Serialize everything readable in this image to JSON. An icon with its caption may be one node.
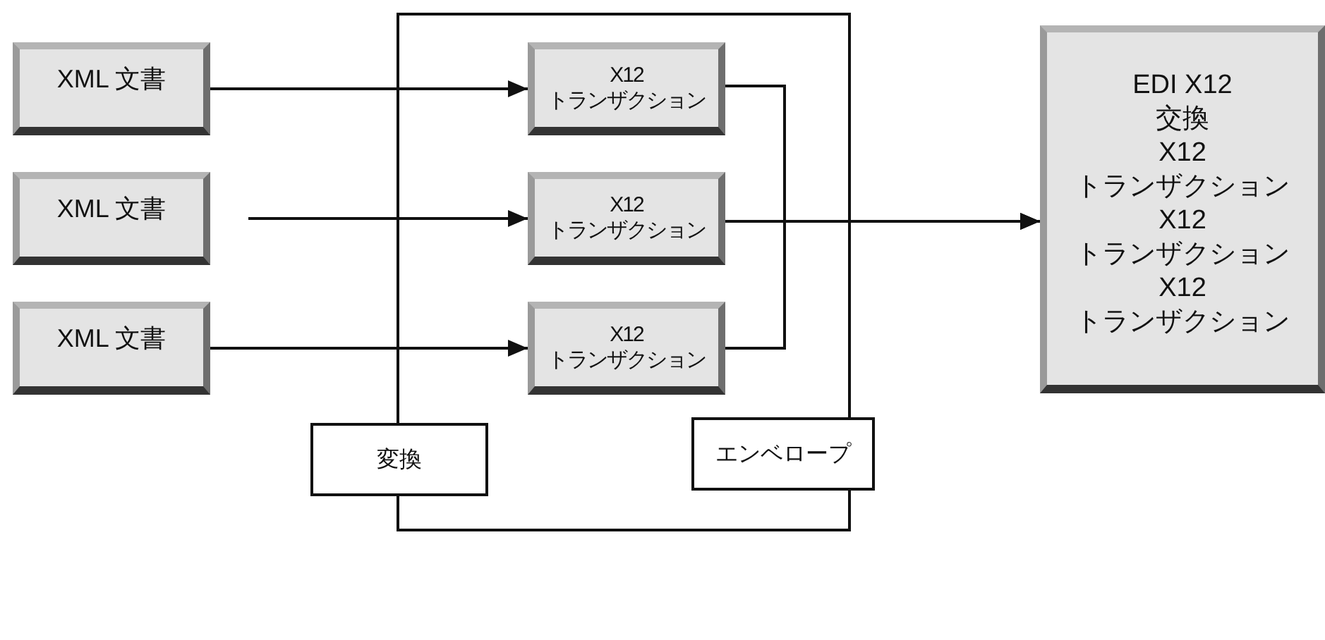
{
  "diagram": {
    "nodes": [
      {
        "text": [
          "XML 文書"
        ]
      },
      {
        "text": [
          "XML 文書"
        ]
      },
      {
        "text": [
          "XML 文書"
        ]
      },
      {
        "text": [],
        "shape": "box"
      },
      {
        "text": [
          "X12 トランザクション"
        ],
        "in": 3
      },
      {
        "text": [
          "X12 トランザクション"
        ],
        "in": 3
      },
      {
        "text": [
          "X12 トランザクション"
        ],
        "in": 3
      },
      {
        "text": [
          "変換"
        ]
      },
      {
        "text": [
          "エンベロープ"
        ]
      },
      {
        "text": [
          "EDI X12 交換",
          "X12 トランザクション",
          "X12 トランザクション",
          "X12 トランザクション"
        ]
      }
    ],
    "edges": [
      {
        "from": 0,
        "to": 4,
        "arrow": "to"
      },
      {
        "from": null,
        "to": 5,
        "arrow": "to"
      },
      {
        "from": 2,
        "to": 6,
        "arrow": "to"
      },
      {
        "from": 4,
        "to": 9,
        "arrow": "to"
      },
      {
        "from": 5,
        "to": 9,
        "arrow": "to"
      },
      {
        "from": 6,
        "to": 9,
        "arrow": "to"
      }
    ]
  }
}
